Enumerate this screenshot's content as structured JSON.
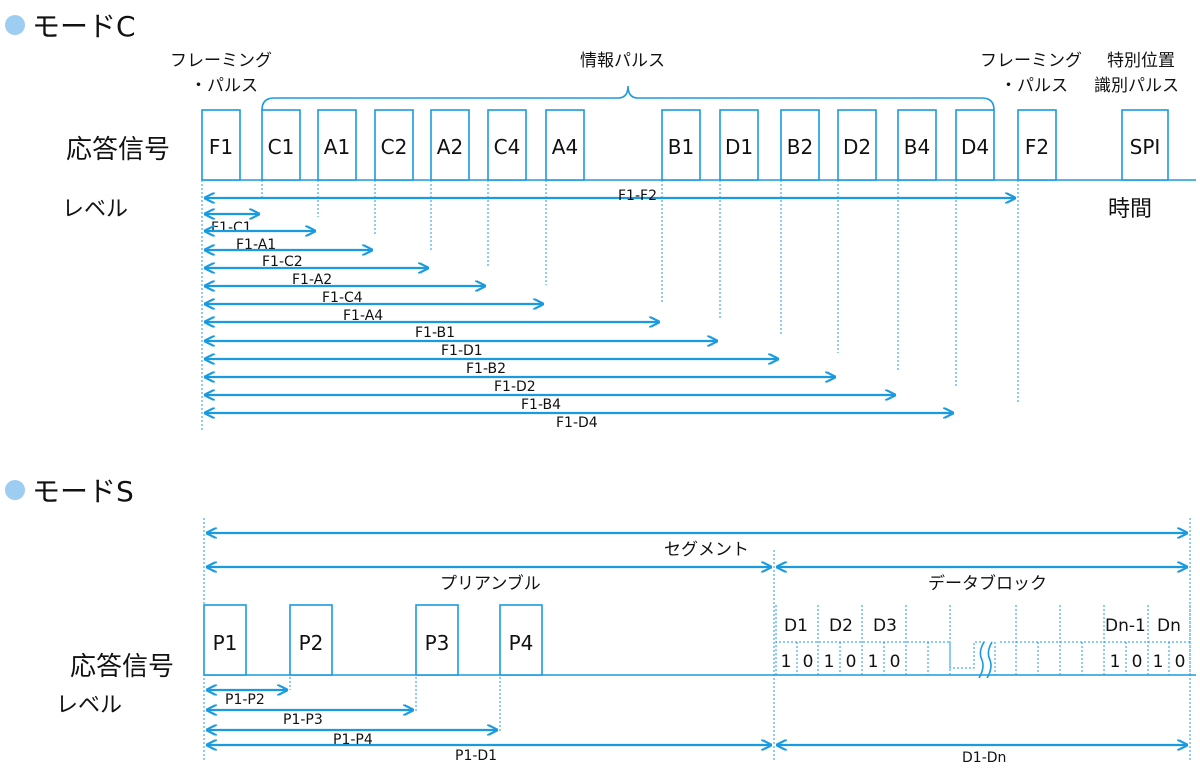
{
  "mode_c": {
    "title": "モードC",
    "framing_left": [
      "フレーミング",
      "・パルス"
    ],
    "info_label": "情報パルス",
    "framing_right": [
      "フレーミング",
      "・パルス"
    ],
    "spi_label": [
      "特別位置",
      "識別パルス"
    ],
    "response_label": "応答信号",
    "level_label": "レベル",
    "time_label": "時間",
    "pulses": [
      "F1",
      "C1",
      "A1",
      "C2",
      "A2",
      "C4",
      "A4",
      "B1",
      "D1",
      "B2",
      "D2",
      "B4",
      "D4",
      "F2",
      "SPI"
    ],
    "intervals": [
      "F1-F2",
      "F1-C1",
      "F1-A1",
      "F1-C2",
      "F1-A2",
      "F1-C4",
      "F1-A4",
      "F1-B1",
      "F1-D1",
      "F1-B2",
      "F1-D2",
      "F1-B4",
      "F1-D4"
    ]
  },
  "mode_s": {
    "title": "モードS",
    "segment_label": "セグメント",
    "preamble_label": "プリアンブル",
    "data_block_label": "データブロック",
    "response_label": "応答信号",
    "level_label": "レベル",
    "pulses": [
      "P1",
      "P2",
      "P3",
      "P4"
    ],
    "data_labels": [
      "D1",
      "D2",
      "D3",
      "Dn-1",
      "Dn"
    ],
    "bits_left": [
      "1",
      "0",
      "1",
      "0",
      "1",
      "0"
    ],
    "bits_right": [
      "1",
      "0",
      "1",
      "0"
    ],
    "intervals": [
      "P1-P2",
      "P1-P3",
      "P1-P4",
      "P1-D1",
      "D1-Dn"
    ]
  },
  "colors": {
    "accent": "#1a9be0",
    "bullet": "#9dcdf0"
  }
}
